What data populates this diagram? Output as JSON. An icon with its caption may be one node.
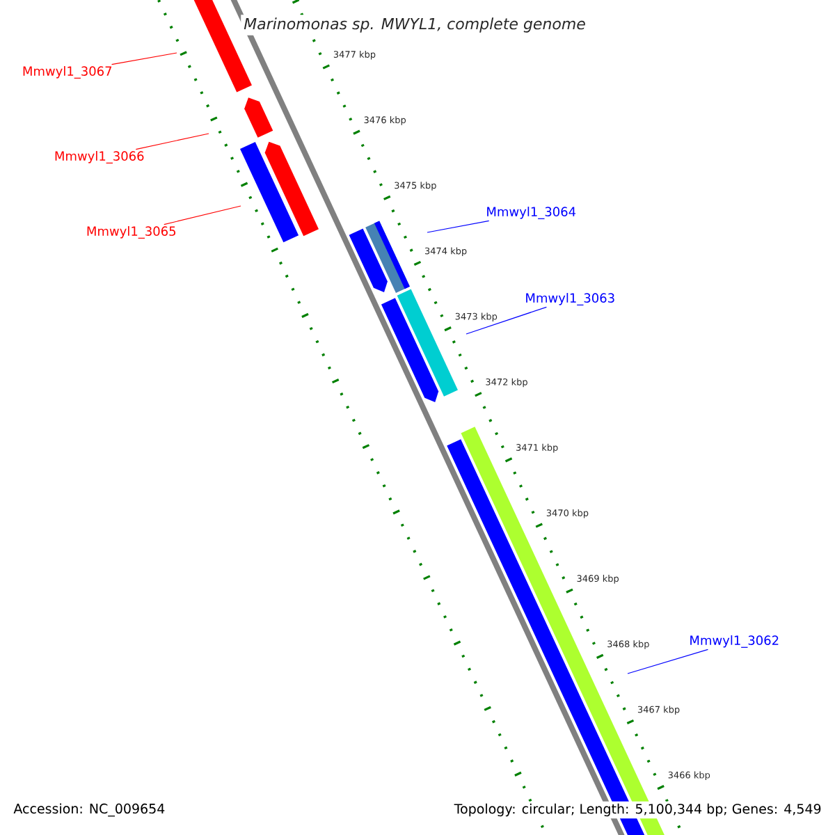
{
  "diagram": {
    "title": "Marinomonas sp. MWYL1, complete genome",
    "nodes": [
      {
        "text": [
          "Mmwyl1_3067"
        ]
      },
      {
        "text": [
          "Mmwyl1_3066"
        ]
      },
      {
        "text": [
          "Mmwyl1_3065"
        ]
      },
      {
        "text": [
          "Mmwyl1_3064"
        ]
      },
      {
        "text": [
          "Mmwyl1_3063"
        ]
      },
      {
        "text": [
          "Mmwyl1_3062"
        ]
      }
    ],
    "edges": [
      {
        "from": 0,
        "to": null,
        "arrow": "none",
        "color": "#ff0000"
      },
      {
        "from": 1,
        "to": null,
        "arrow": "none",
        "color": "#ff0000"
      },
      {
        "from": 2,
        "to": null,
        "arrow": "none",
        "color": "#ff0000"
      },
      {
        "from": 3,
        "to": null,
        "arrow": "none",
        "color": "#0000ff"
      },
      {
        "from": 4,
        "to": null,
        "arrow": "none",
        "color": "#0000ff"
      },
      {
        "from": 5,
        "to": null,
        "arrow": "none",
        "color": "#0000ff"
      }
    ],
    "labels": [
      "3477 kbp",
      "3476 kbp",
      "3475 kbp",
      "3474 kbp",
      "3473 kbp",
      "3472 kbp",
      "3471 kbp",
      "3470 kbp",
      "3469 kbp",
      "3468 kbp",
      "3467 kbp",
      "3466 kbp",
      "Accession: NC_009654",
      "Topology: circular; Length: 5,100,344 bp; Genes: 4,549"
    ]
  }
}
